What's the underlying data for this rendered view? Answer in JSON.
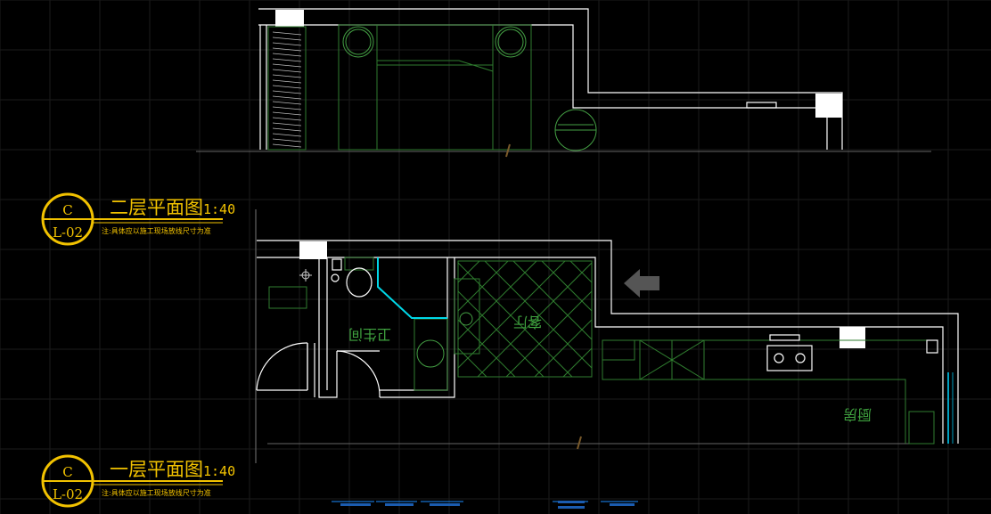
{
  "upper_plan": {
    "title": "二层平面图",
    "scale": "1:40",
    "note": "注:具体应以施工现场放线尺寸为准",
    "tag_letter": "C",
    "tag_sheet": "L-02"
  },
  "lower_plan": {
    "title": "一层平面图",
    "scale": "1:40",
    "note": "注:具体应以施工现场放线尺寸为准",
    "tag_letter": "C",
    "tag_sheet": "L-02"
  },
  "rooms": {
    "bathroom": "卫生间",
    "living": "客厅",
    "kitchen": "厨房"
  },
  "colors": {
    "background": "#000000",
    "wall": "#ffffff",
    "furniture": "#2f7d2f",
    "title": "#f2c200",
    "accent_cyan": "#00d8e8",
    "tabs": "#1b8cff"
  },
  "bottom_tabs": [
    "",
    "",
    "",
    "",
    ""
  ]
}
